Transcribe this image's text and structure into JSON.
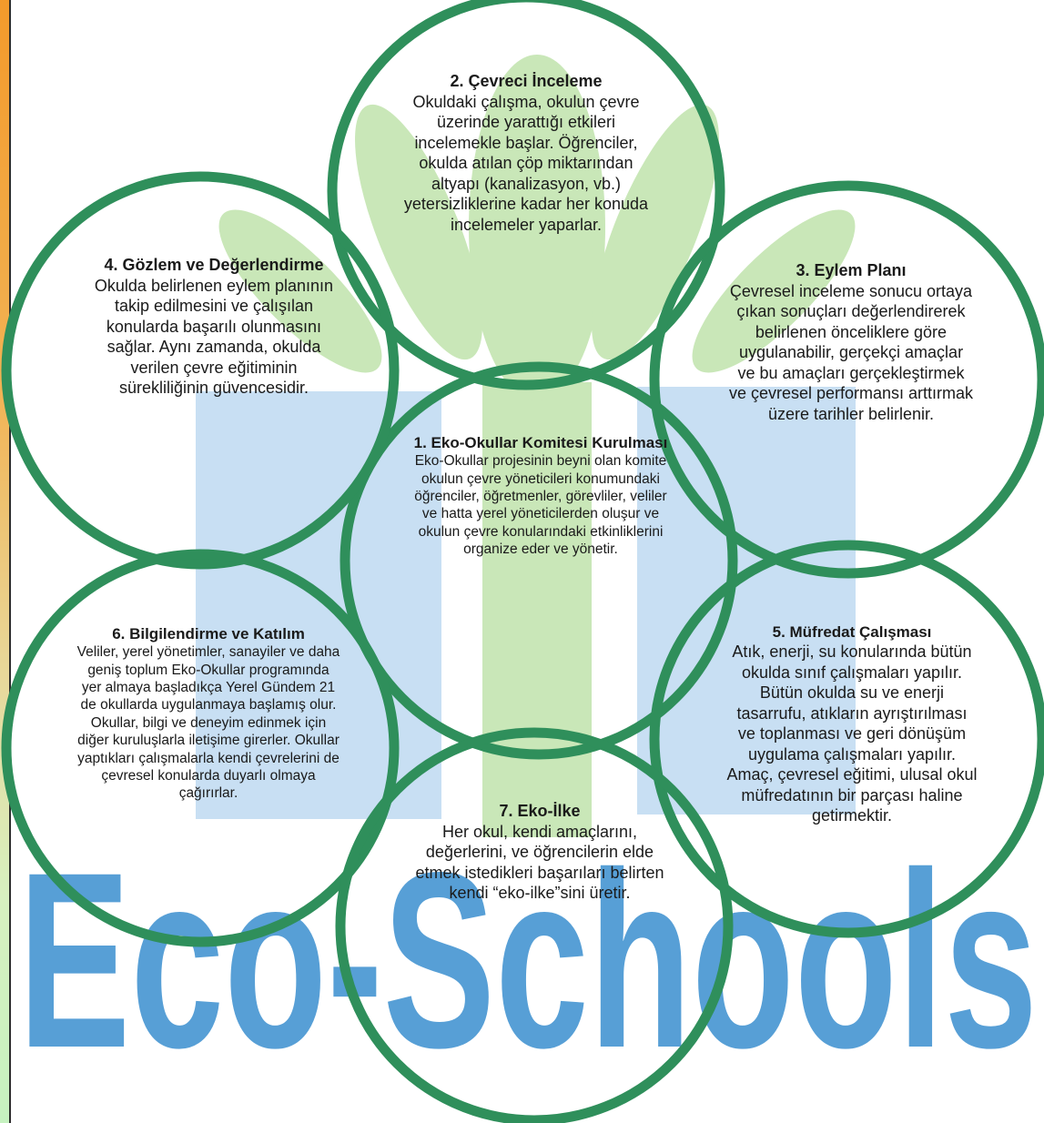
{
  "background": {
    "watermark_text": "Eco-Schools",
    "colors": {
      "leaf": "#c9e7b8",
      "blue": "#c8dff3",
      "wordmark": "#3a8fcf",
      "ring": "#2f8f5b",
      "left_bar_top": "#f39a2b",
      "left_bar_bottom": "#c6f2c0"
    }
  },
  "steps": [
    {
      "id": "step-1",
      "title": "1. Eko-Okullar Komitesi Kurulması",
      "body": "Eko-Okullar projesinin beyni olan komite okulun çevre yöneticileri konumundaki öğrenciler, öğretmenler, görevliler, veliler ve hatta yerel yöneticilerden oluşur ve okulun çevre konularındaki etkinliklerini organize eder ve yönetir."
    },
    {
      "id": "step-2",
      "title": "2. Çevreci İnceleme",
      "body": "Okuldaki çalışma, okulun çevre üzerinde yarattığı etkileri incelemekle başlar. Öğrenciler, okulda atılan çöp miktarından altyapı (kanalizasyon, vb.) yetersizliklerine kadar her konuda incelemeler yaparlar."
    },
    {
      "id": "step-3",
      "title": "3. Eylem Planı",
      "body": "Çevresel inceleme sonucu ortaya çıkan sonuçları değerlendirerek belirlenen önceliklere göre uygulanabilir, gerçekçi amaçlar ve bu amaçları gerçekleştirmek ve çevresel performansı arttırmak üzere tarihler belirlenir."
    },
    {
      "id": "step-4",
      "title": "4. Gözlem ve Değerlendirme",
      "body": "Okulda belirlenen eylem planının takip edilmesini ve çalışılan konularda başarılı olunmasını sağlar. Aynı zamanda, okulda verilen çevre eğitiminin sürekliliğinin güvencesidir."
    },
    {
      "id": "step-5",
      "title": "5. Müfredat Çalışması",
      "body": "Atık, enerji, su konularında bütün okulda sınıf çalışmaları yapılır. Bütün okulda su ve enerji tasarrufu, atıkların ayrıştırılması ve toplanması ve geri dönüşüm uygulama çalışmaları yapılır. Amaç, çevresel eğitimi, ulusal okul müfredatının bir parçası haline getirmektir."
    },
    {
      "id": "step-6",
      "title": "6. Bilgilendirme ve Katılım",
      "body": "Veliler, yerel yönetimler, sanayiler ve daha geniş toplum Eko-Okullar programında yer almaya başladıkça  Yerel Gündem 21 de okullarda uygulanmaya başlamış olur. Okullar, bilgi ve deneyim edinmek için diğer kuruluşlarla iletişime girerler. Okullar yaptıkları çalışmalarla kendi çevrelerini de çevresel konularda duyarlı olmaya çağırırlar."
    },
    {
      "id": "step-7",
      "title": "7. Eko-İlke",
      "body": "Her okul, kendi amaçlarını, değerlerini, ve öğrencilerin elde etmek istedikleri başarıları belirten kendi “eko-ilke”sini üretir."
    }
  ]
}
